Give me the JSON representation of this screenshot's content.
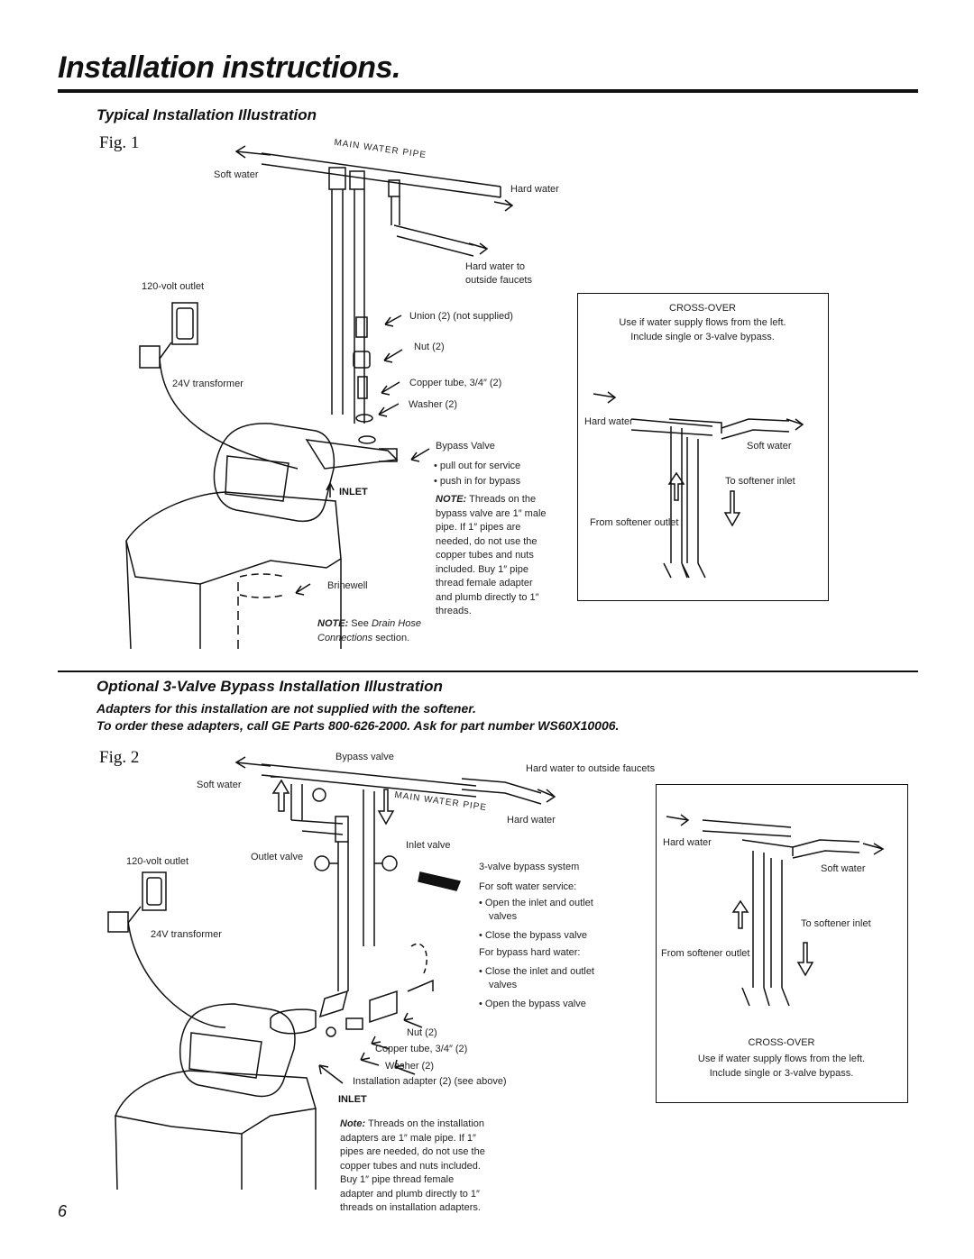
{
  "page": {
    "title": "Installation instructions.",
    "page_number": "6"
  },
  "section1": {
    "title": "Typical Installation Illustration",
    "fig_label": "Fig. 1",
    "main_water_pipe": "MAIN WATER PIPE",
    "labels": {
      "soft_water": "Soft water",
      "hard_water": "Hard water",
      "hard_water_outside_1": "Hard water to",
      "hard_water_outside_2": "outside faucets",
      "outlet": "120-volt outlet",
      "union": "Union (2) (not supplied)",
      "nut": "Nut (2)",
      "transformer": "24V transformer",
      "copper_tube": "Copper tube, 3/4″ (2)",
      "washer": "Washer (2)",
      "bypass_valve": "Bypass Valve",
      "pull_out": "•  pull out for service",
      "push_in": "•  push in for bypass",
      "inlet": "INLET",
      "brinewell": "Brinewell"
    },
    "note_threads": {
      "head": "NOTE:",
      "lines": [
        "Threads on the",
        "bypass valve are 1″ male",
        "pipe. If 1″ pipes are",
        "needed, do not use the",
        "copper tubes and nuts",
        "included. Buy 1″ pipe",
        "thread female adapter",
        "and plumb directly to 1″",
        "threads."
      ]
    },
    "note_drain": {
      "head": "NOTE:",
      "text1": "See",
      "italic1": "Drain Hose",
      "italic2": "Connections",
      "text2": "section."
    },
    "crossover": {
      "title": "CROSS-OVER",
      "line1": "Use if water supply flows from the left.",
      "line2": "Include single or 3-valve bypass.",
      "hard_water": "Hard water",
      "soft_water": "Soft water",
      "to_softener_inlet": "To softener inlet",
      "from_softener_outlet": "From softener outlet"
    }
  },
  "section2": {
    "title": "Optional 3-Valve Bypass Installation Illustration",
    "subtitle1": "Adapters for this installation are not supplied with the softener.",
    "subtitle2": "To order these adapters, call GE Parts 800-626-2000. Ask for part number WS60X10006.",
    "fig_label": "Fig. 2",
    "main_water_pipe": "MAIN WATER PIPE",
    "labels": {
      "bypass_valve": "Bypass valve",
      "hard_water_outside": "Hard water to outside faucets",
      "soft_water": "Soft water",
      "hard_water": "Hard water",
      "outlet_valve": "Outlet valve",
      "inlet_valve": "Inlet valve",
      "outlet": "120-volt outlet",
      "transformer": "24V transformer",
      "system": "3-valve bypass system",
      "soft_service": "For soft water service:",
      "open_valves_1": "•  Open the inlet and outlet",
      "open_valves_2": "valves",
      "close_bypass": "•  Close the bypass valve",
      "bypass_hard": "For bypass hard water:",
      "close_valves_1": "•  Close the inlet and outlet",
      "close_valves_2": "valves",
      "open_bypass": "•  Open the bypass valve",
      "nut": "Nut (2)",
      "copper_tube": "Copper tube, 3/4″ (2)",
      "washer": "Washer (2)",
      "adapter": "Installation adapter (2) (see above)",
      "inlet": "INLET"
    },
    "note": {
      "head": "Note:",
      "lines": [
        "Threads on the installation",
        "adapters are 1″ male pipe. If 1″",
        "pipes are needed, do not use the",
        "copper tubes and nuts included.",
        "Buy 1″ pipe thread female",
        "adapter and plumb directly to 1″",
        "threads on installation adapters."
      ]
    },
    "crossover": {
      "title": "CROSS-OVER",
      "line1": "Use if water supply flows from the left.",
      "line2": "Include single or 3-valve bypass.",
      "hard_water": "Hard water",
      "soft_water": "Soft water",
      "to_softener_inlet": "To softener inlet",
      "from_softener_outlet": "From softener outlet"
    }
  }
}
